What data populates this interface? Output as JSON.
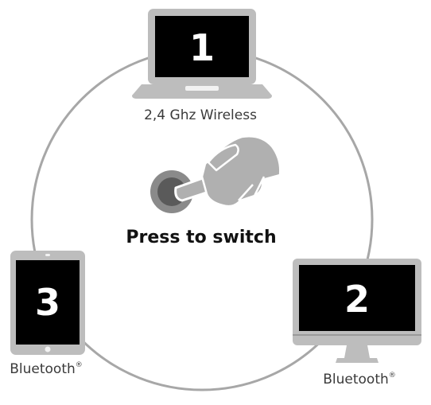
{
  "center_label": "Press to switch",
  "devices": [
    {
      "number": "1",
      "caption": "2,4 Ghz Wireless"
    },
    {
      "number": "2",
      "caption": "Bluetooth",
      "mark": "®"
    },
    {
      "number": "3",
      "caption": "Bluetooth",
      "mark": "®"
    }
  ],
  "colors": {
    "ring": "#a7a7a7",
    "device_frame": "#bdbdbd",
    "screen": "#000000",
    "button_outer": "#8a8a8a",
    "button_inner": "#5a5a5a",
    "hand": "#b0b0b0"
  }
}
